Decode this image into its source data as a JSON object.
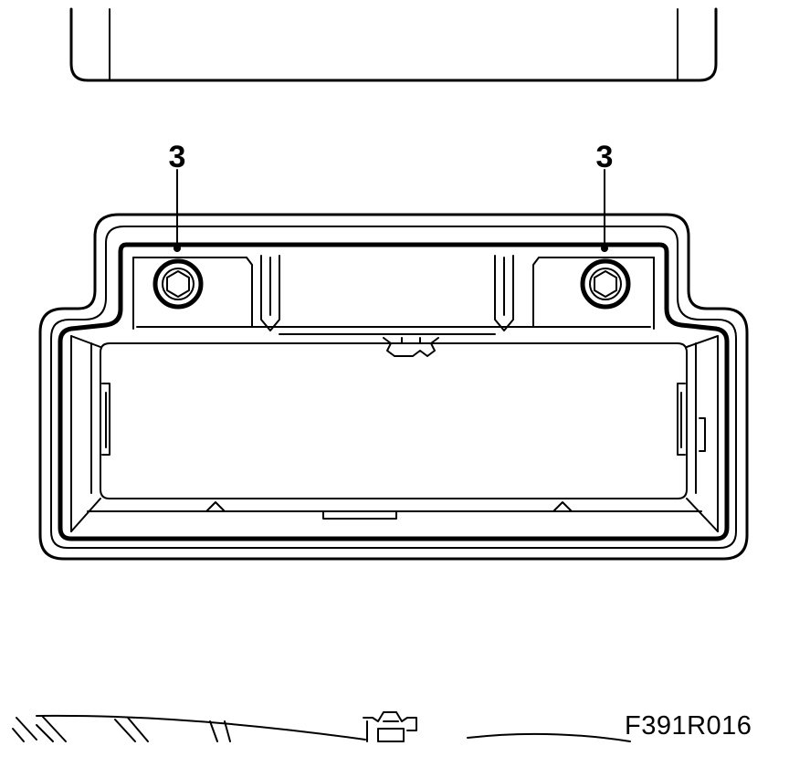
{
  "callouts": [
    {
      "label": "3",
      "target": "left-bolt"
    },
    {
      "label": "3",
      "target": "right-bolt"
    }
  ],
  "figure": {
    "code": "F391R016"
  }
}
